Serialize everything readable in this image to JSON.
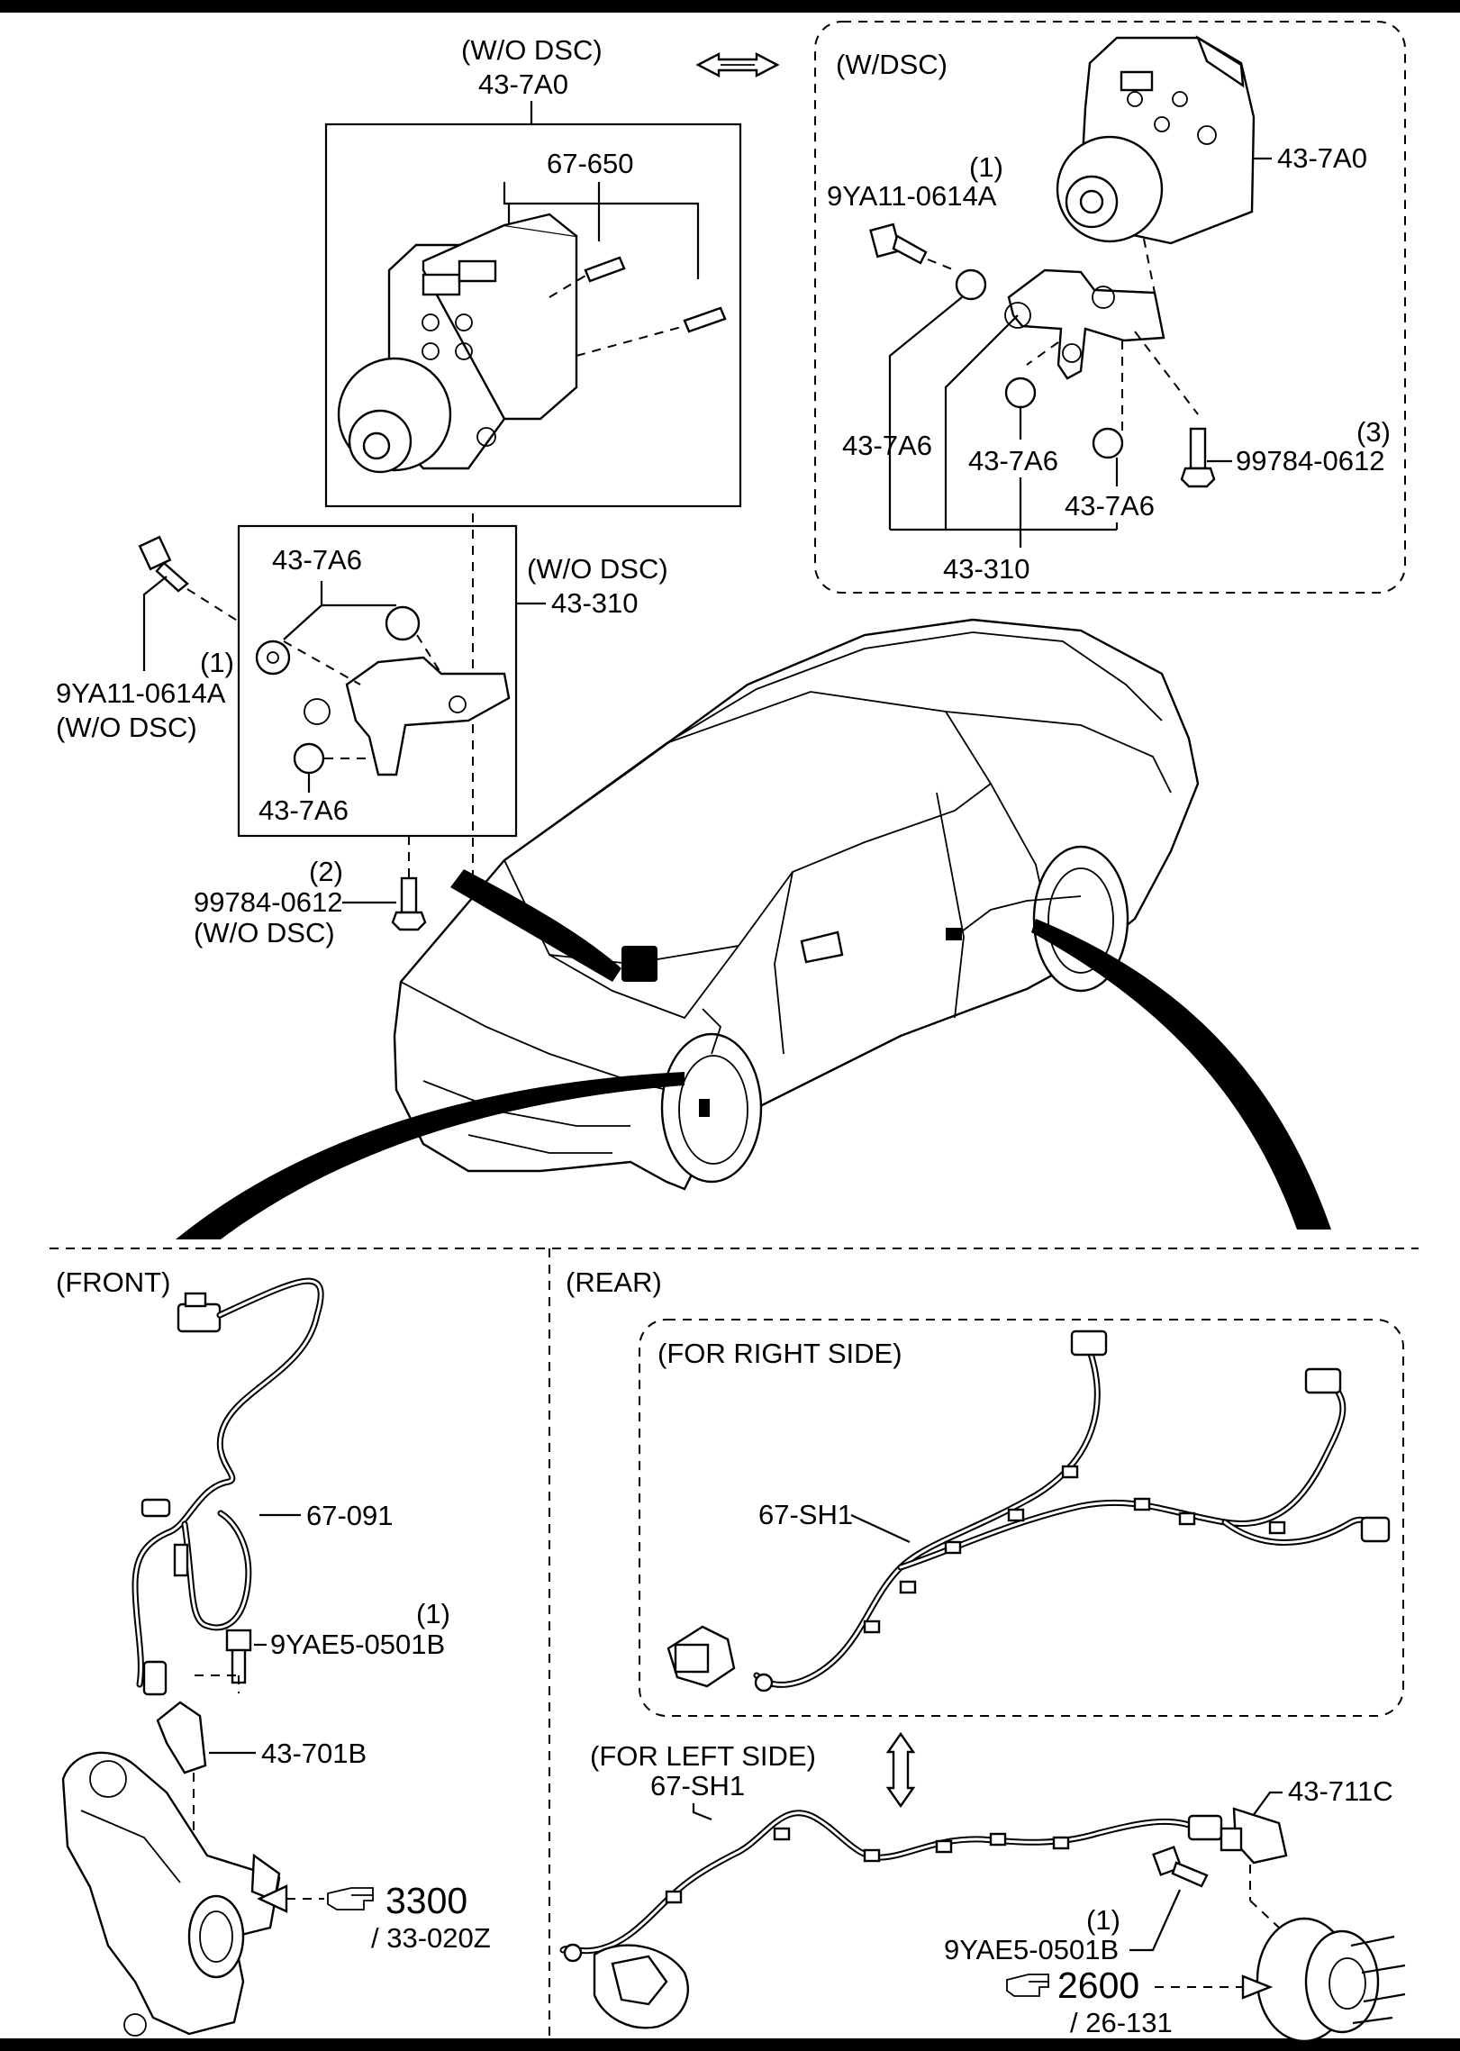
{
  "sections": {
    "wdsc": "(W/DSC)",
    "front": "(FRONT)",
    "rear": "(REAR)",
    "right_side": "(FOR RIGHT SIDE)",
    "left_side": "(FOR LEFT SIDE)"
  },
  "labels": {
    "wo_dsc_1": "(W/O DSC)",
    "hu_wo": "43-7A0",
    "stud": "67-650",
    "wo_dsc_2": "(W/O DSC)",
    "bracket_wo": "43-310",
    "ins_wo_a": "43-7A6",
    "ins_wo_b": "43-7A6",
    "qty1_a": "(1)",
    "bolt_wo": "9YA11-0614A",
    "wo_dsc_3": "(W/O DSC)",
    "qty2": "(2)",
    "nut_wo": "99784-0612",
    "wo_dsc_4": "(W/O DSC)",
    "qty1_b": "(1)",
    "bolt_w": "9YA11-0614A",
    "hu_w": "43-7A0",
    "ins_w_a": "43-7A6",
    "ins_w_b": "43-7A6",
    "ins_w_c": "43-7A6",
    "qty3": "(3)",
    "nut_w": "99784-0612",
    "bracket_w": "43-310",
    "front_sensor": "67-091",
    "qty1_c": "(1)",
    "front_bolt": "9YAE5-0501B",
    "front_rotor": "43-701B",
    "ref_front_num": "3300",
    "ref_front_sub": "/ 33-020Z",
    "harness_right": "67-SH1",
    "harness_left": "67-SH1",
    "rear_sensor": "43-711C",
    "qty1_d": "(1)",
    "rear_bolt": "9YAE5-0501B",
    "ref_rear_num": "2600",
    "ref_rear_sub": "/ 26-131"
  }
}
